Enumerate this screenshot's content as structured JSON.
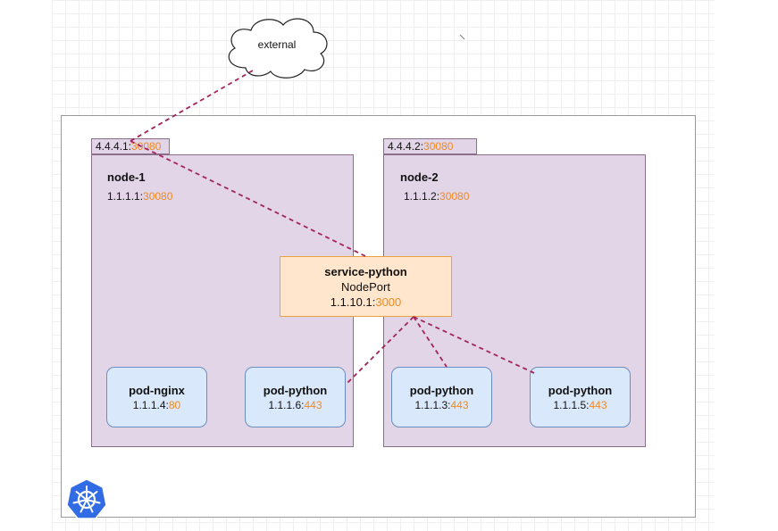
{
  "external": {
    "label": "external"
  },
  "nodes": [
    {
      "title": "node-1",
      "external_ip": "4.4.4.1:",
      "external_port": "30080",
      "internal_ip": "1.1.1.1:",
      "internal_port": "30080"
    },
    {
      "title": "node-2",
      "external_ip": "4.4.4.2:",
      "external_port": "30080",
      "internal_ip": "1.1.1.2:",
      "internal_port": "30080"
    }
  ],
  "service": {
    "name": "service-python",
    "type": "NodePort",
    "ip": "1.1.10.1:",
    "port": "3000"
  },
  "pods": [
    {
      "name": "pod-nginx",
      "ip": "1.1.1.4:",
      "port": "80"
    },
    {
      "name": "pod-python",
      "ip": "1.1.1.6:",
      "port": "443"
    },
    {
      "name": "pod-python",
      "ip": "1.1.1.3:",
      "port": "443"
    },
    {
      "name": "pod-python",
      "ip": "1.1.1.5:",
      "port": "443"
    }
  ],
  "colors": {
    "node_fill": "#e1d5e7",
    "service_fill": "#ffe6cc",
    "pod_fill": "#dae8fc",
    "port_accent": "#f08a24",
    "connector": "#a3245a",
    "logo": "#326ce5"
  },
  "icons": {
    "logo": "kubernetes-helm-icon",
    "external": "cloud-icon"
  }
}
